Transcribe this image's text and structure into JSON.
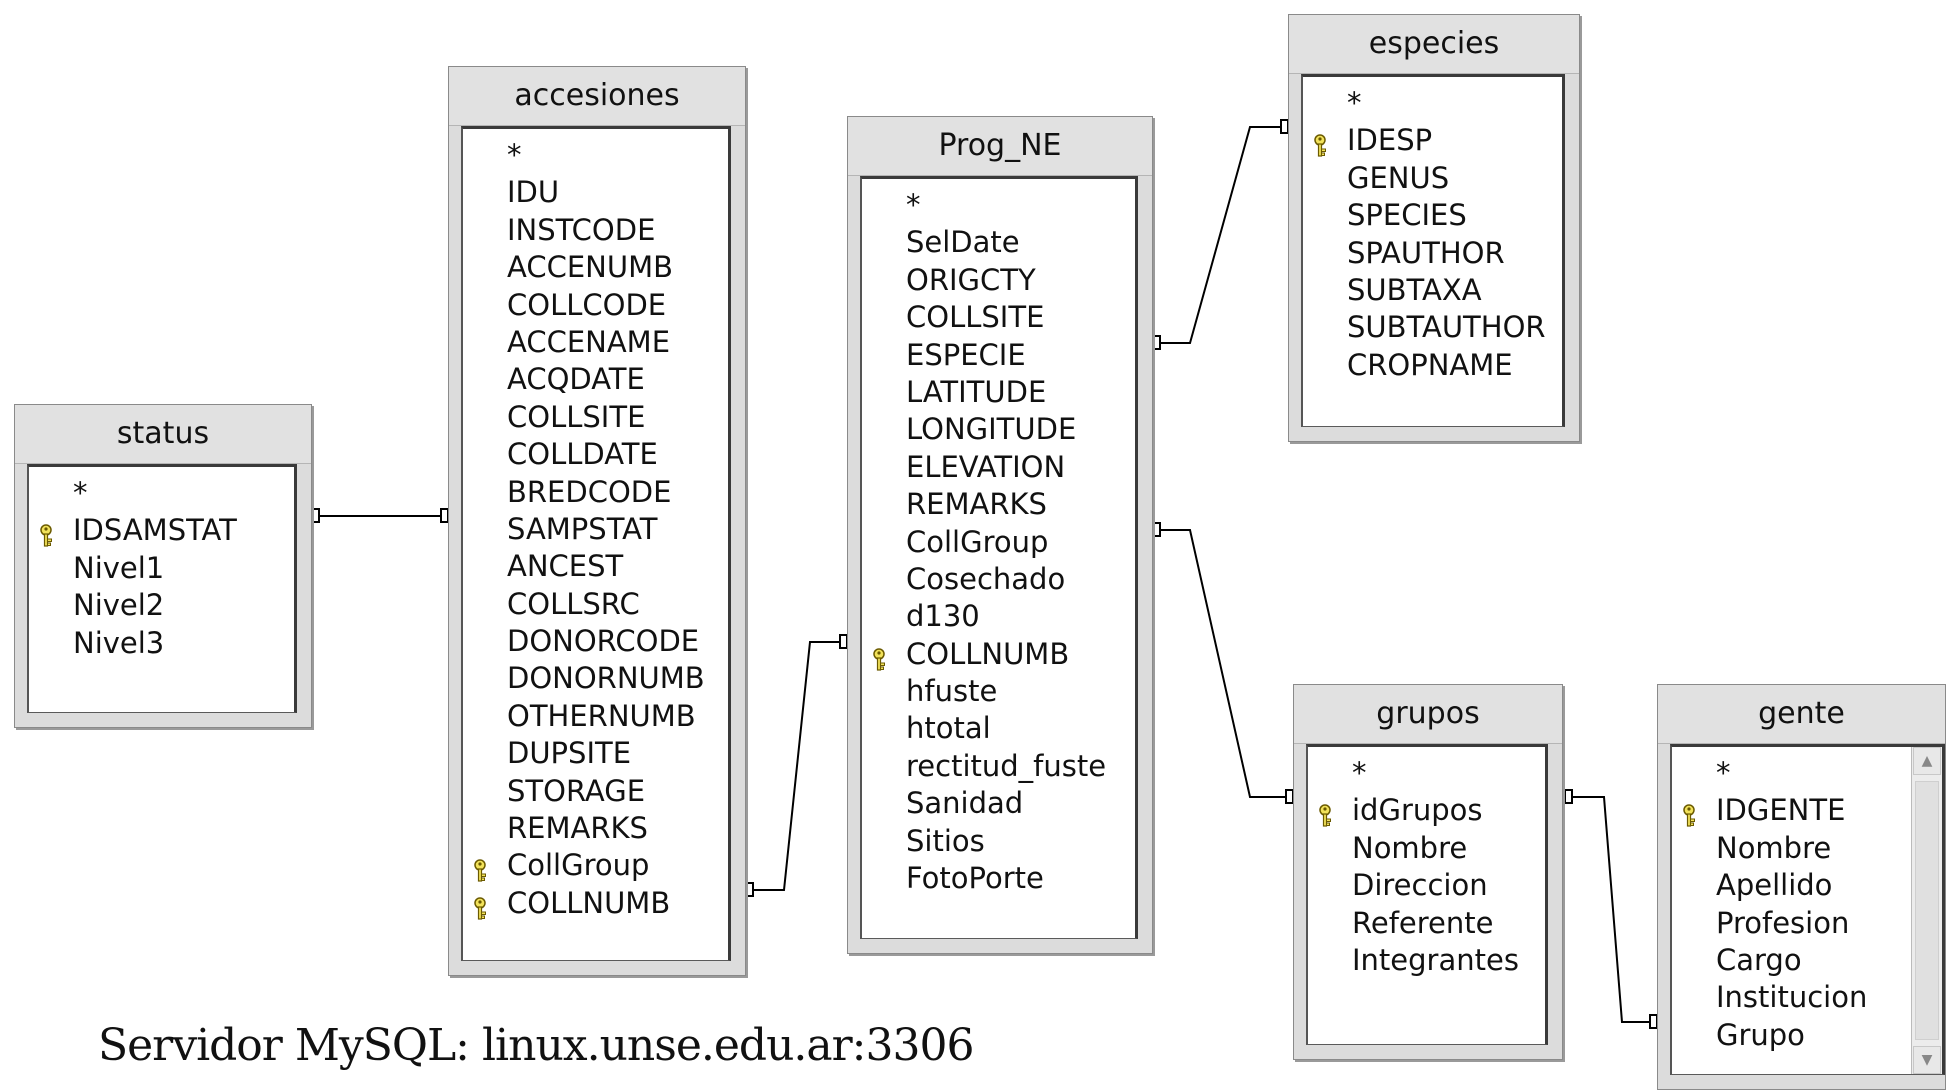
{
  "tables": {
    "status": {
      "title": "status",
      "fields": [
        {
          "name": "*",
          "key": false
        },
        {
          "name": "IDSAMSTAT",
          "key": true
        },
        {
          "name": "Nivel1",
          "key": false
        },
        {
          "name": "Nivel2",
          "key": false
        },
        {
          "name": "Nivel3",
          "key": false
        }
      ]
    },
    "accesiones": {
      "title": "accesiones",
      "fields": [
        {
          "name": "*",
          "key": false
        },
        {
          "name": "IDU",
          "key": false
        },
        {
          "name": "INSTCODE",
          "key": false
        },
        {
          "name": "ACCENUMB",
          "key": false
        },
        {
          "name": "COLLCODE",
          "key": false
        },
        {
          "name": "ACCENAME",
          "key": false
        },
        {
          "name": "ACQDATE",
          "key": false
        },
        {
          "name": "COLLSITE",
          "key": false
        },
        {
          "name": "COLLDATE",
          "key": false
        },
        {
          "name": "BREDCODE",
          "key": false
        },
        {
          "name": "SAMPSTAT",
          "key": false
        },
        {
          "name": "ANCEST",
          "key": false
        },
        {
          "name": "COLLSRC",
          "key": false
        },
        {
          "name": "DONORCODE",
          "key": false
        },
        {
          "name": "DONORNUMB",
          "key": false
        },
        {
          "name": "OTHERNUMB",
          "key": false
        },
        {
          "name": "DUPSITE",
          "key": false
        },
        {
          "name": "STORAGE",
          "key": false
        },
        {
          "name": "REMARKS",
          "key": false
        },
        {
          "name": "CollGroup",
          "key": true
        },
        {
          "name": "COLLNUMB",
          "key": true
        }
      ]
    },
    "prog_ne": {
      "title": "Prog_NE",
      "fields": [
        {
          "name": "*",
          "key": false
        },
        {
          "name": "SelDate",
          "key": false
        },
        {
          "name": "ORIGCTY",
          "key": false
        },
        {
          "name": "COLLSITE",
          "key": false
        },
        {
          "name": "ESPECIE",
          "key": false
        },
        {
          "name": "LATITUDE",
          "key": false
        },
        {
          "name": "LONGITUDE",
          "key": false
        },
        {
          "name": "ELEVATION",
          "key": false
        },
        {
          "name": "REMARKS",
          "key": false
        },
        {
          "name": "CollGroup",
          "key": false
        },
        {
          "name": "Cosechado",
          "key": false
        },
        {
          "name": "d130",
          "key": false
        },
        {
          "name": "COLLNUMB",
          "key": true
        },
        {
          "name": "hfuste",
          "key": false
        },
        {
          "name": "htotal",
          "key": false
        },
        {
          "name": "rectitud_fuste",
          "key": false
        },
        {
          "name": "Sanidad",
          "key": false
        },
        {
          "name": "Sitios",
          "key": false
        },
        {
          "name": "FotoPorte",
          "key": false
        }
      ]
    },
    "especies": {
      "title": "especies",
      "fields": [
        {
          "name": "*",
          "key": false
        },
        {
          "name": "IDESP",
          "key": true
        },
        {
          "name": "GENUS",
          "key": false
        },
        {
          "name": "SPECIES",
          "key": false
        },
        {
          "name": "SPAUTHOR",
          "key": false
        },
        {
          "name": "SUBTAXA",
          "key": false
        },
        {
          "name": "SUBTAUTHOR",
          "key": false
        },
        {
          "name": "CROPNAME",
          "key": false
        }
      ]
    },
    "grupos": {
      "title": "grupos",
      "fields": [
        {
          "name": "*",
          "key": false
        },
        {
          "name": "idGrupos",
          "key": true
        },
        {
          "name": "Nombre",
          "key": false
        },
        {
          "name": "Direccion",
          "key": false
        },
        {
          "name": "Referente",
          "key": false
        },
        {
          "name": "Integrantes",
          "key": false
        }
      ]
    },
    "gente": {
      "title": "gente",
      "fields": [
        {
          "name": "*",
          "key": false
        },
        {
          "name": "IDGENTE",
          "key": true
        },
        {
          "name": "Nombre",
          "key": false
        },
        {
          "name": "Apellido",
          "key": false
        },
        {
          "name": "Profesion",
          "key": false
        },
        {
          "name": "Cargo",
          "key": false
        },
        {
          "name": "Institucion",
          "key": false
        },
        {
          "name": "Grupo",
          "key": false
        }
      ]
    }
  },
  "footer": {
    "server_label": "Servidor MySQL: linux.unse.edu.ar:3306"
  },
  "icons": {
    "key": "key-icon"
  },
  "colors": {
    "key_fill": "#f2e25a",
    "line": "#000000",
    "header_bg": "#dcdcdc"
  }
}
